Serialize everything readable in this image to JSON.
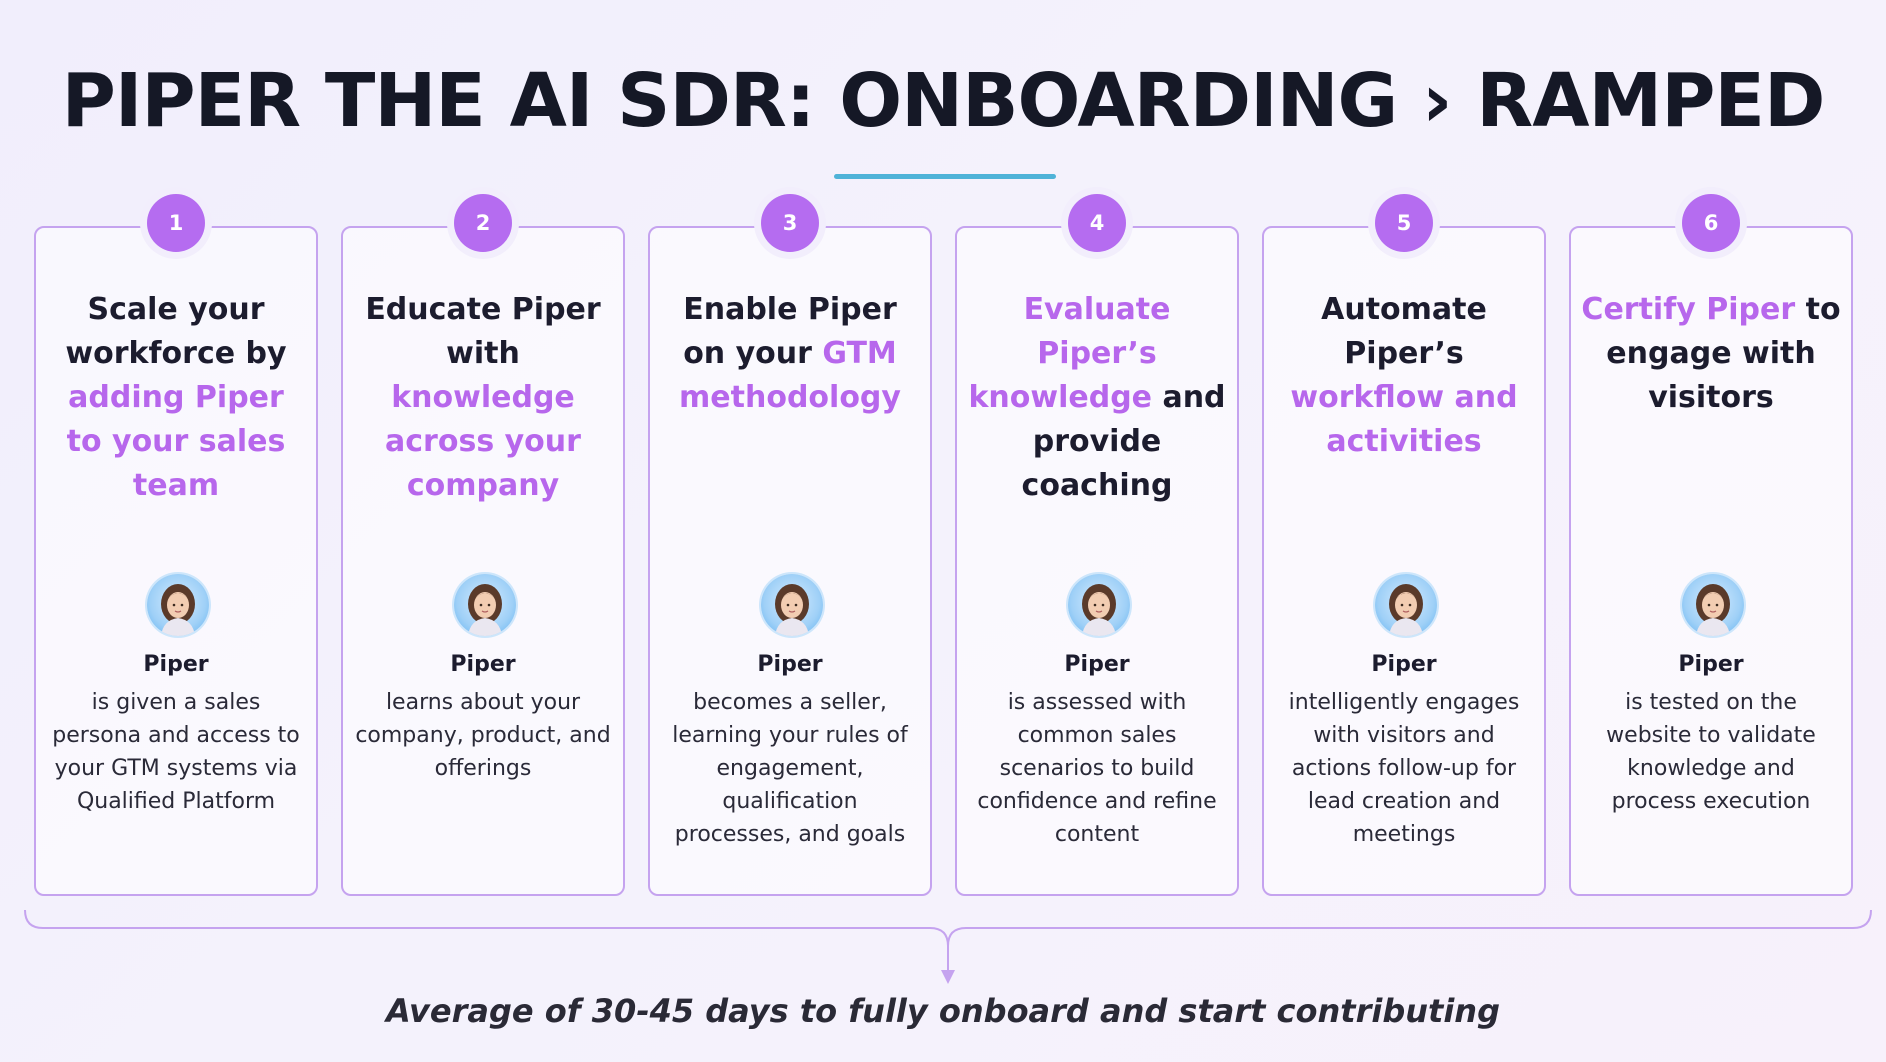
{
  "title": "PIPER THE AI SDR: ONBOARDING › RAMPED",
  "colors": {
    "accent": "#b767ec",
    "badge": "#b56cf0",
    "card_border": "#c5a3ef",
    "underline": "#4fb3d8",
    "text": "#1c1c2e"
  },
  "steps": [
    {
      "number": "1",
      "heading": [
        {
          "text": "Scale your workforce by ",
          "highlight": false
        },
        {
          "text": "adding Piper to your sales team",
          "highlight": true
        }
      ],
      "name": "Piper",
      "description": "is given a sales persona and access to your GTM systems via Qualified Platform"
    },
    {
      "number": "2",
      "heading": [
        {
          "text": "Educate Piper with ",
          "highlight": false
        },
        {
          "text": "knowledge across your company",
          "highlight": true
        }
      ],
      "name": "Piper",
      "description": "learns about your company, product, and offerings"
    },
    {
      "number": "3",
      "heading": [
        {
          "text": "Enable Piper on your ",
          "highlight": false
        },
        {
          "text": "GTM methodology",
          "highlight": true
        }
      ],
      "name": "Piper",
      "description": "becomes a seller, learning your rules of engagement, qualification processes, and goals"
    },
    {
      "number": "4",
      "heading": [
        {
          "text": "Evaluate Piper’s knowledge",
          "highlight": true
        },
        {
          "text": " and provide coaching",
          "highlight": false
        }
      ],
      "name": "Piper",
      "description": "is assessed with common sales scenarios to build confidence and refine content"
    },
    {
      "number": "5",
      "heading": [
        {
          "text": "Automate Piper’s ",
          "highlight": false
        },
        {
          "text": "workflow and activities",
          "highlight": true
        }
      ],
      "name": "Piper",
      "description": "intelligently engages with visitors and actions follow-up for lead creation and meetings"
    },
    {
      "number": "6",
      "heading": [
        {
          "text": "Certify Piper",
          "highlight": true
        },
        {
          "text": " to engage with visitors",
          "highlight": false
        }
      ],
      "name": "Piper",
      "description": "is tested on the website to validate knowledge and process execution"
    }
  ],
  "footer": "Average of 30-45 days to fully onboard and start contributing"
}
